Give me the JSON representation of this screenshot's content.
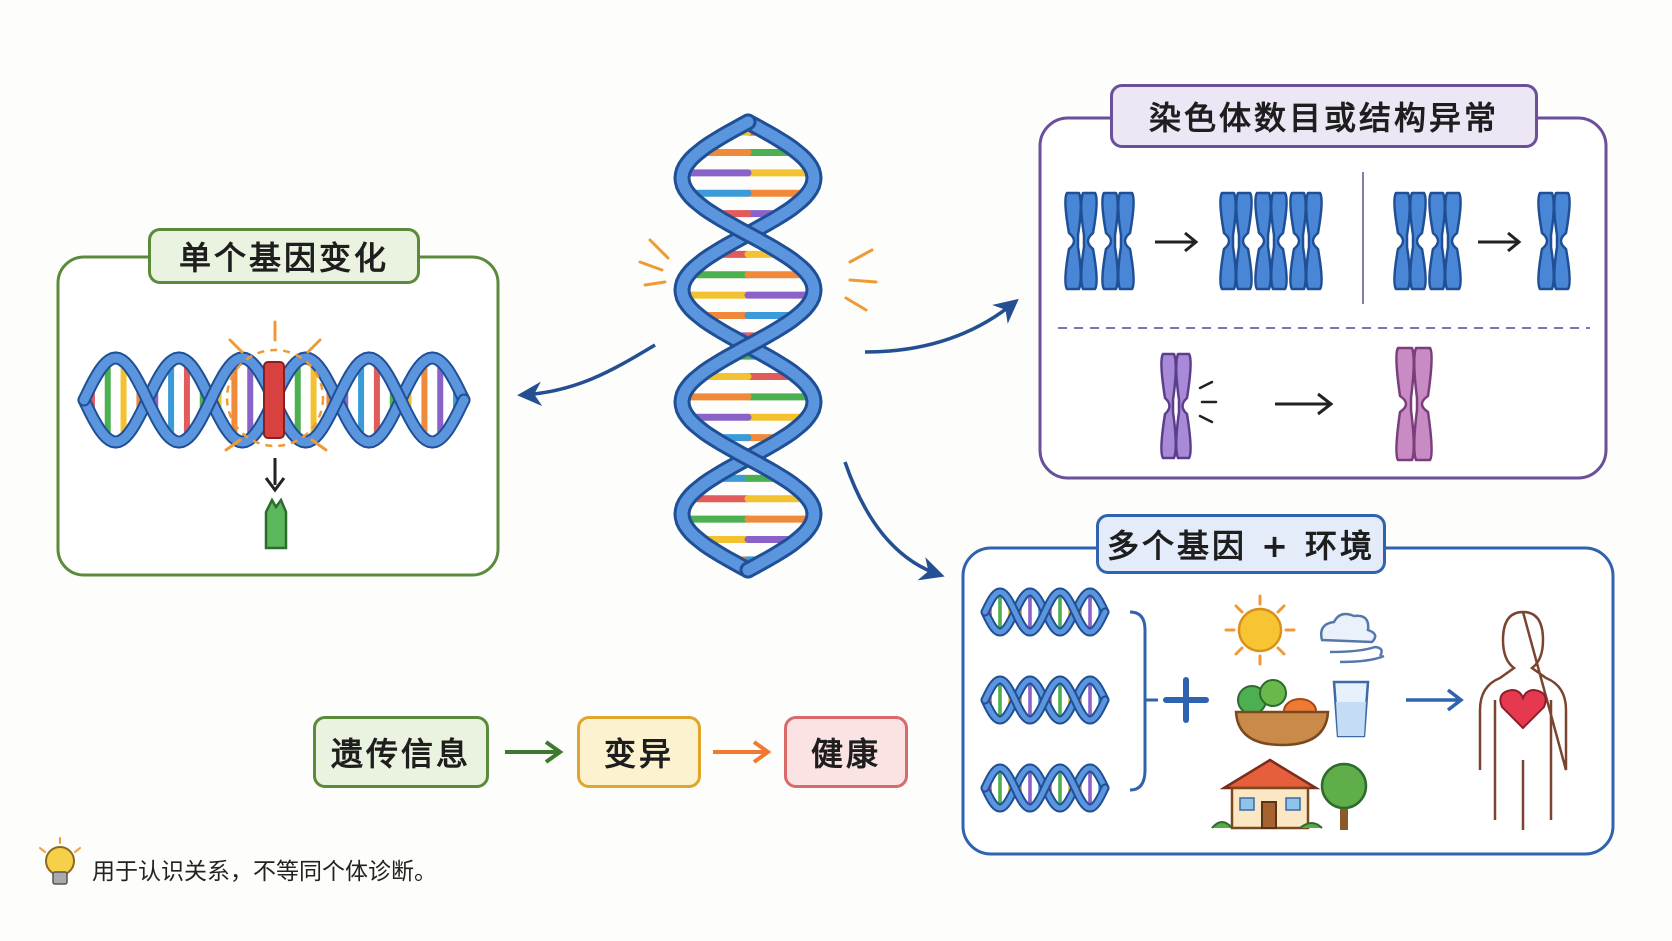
{
  "panels": {
    "single_gene": {
      "title": "单个基因变化",
      "color": "#5b8a3c"
    },
    "chromosome": {
      "title": "染色体数目或结构异常",
      "color": "#6a4f9a"
    },
    "multi_gene": {
      "title": "多个基因 + 环境",
      "color": "#2f63b0"
    }
  },
  "flow": {
    "items": [
      "遗传信息",
      "变异",
      "健康"
    ],
    "colors": [
      "#5b8a3c",
      "#e0a52a",
      "#d86a6a"
    ]
  },
  "footnote": {
    "text": "用于认识关系，不等同个体诊断。",
    "icon": "lightbulb-icon"
  },
  "palette": {
    "dna_blue": "#3b74c4",
    "rung_colors": [
      "#e25b5b",
      "#4caf50",
      "#f2c230",
      "#f08a3a",
      "#8a63c9",
      "#3b9bd9"
    ]
  }
}
